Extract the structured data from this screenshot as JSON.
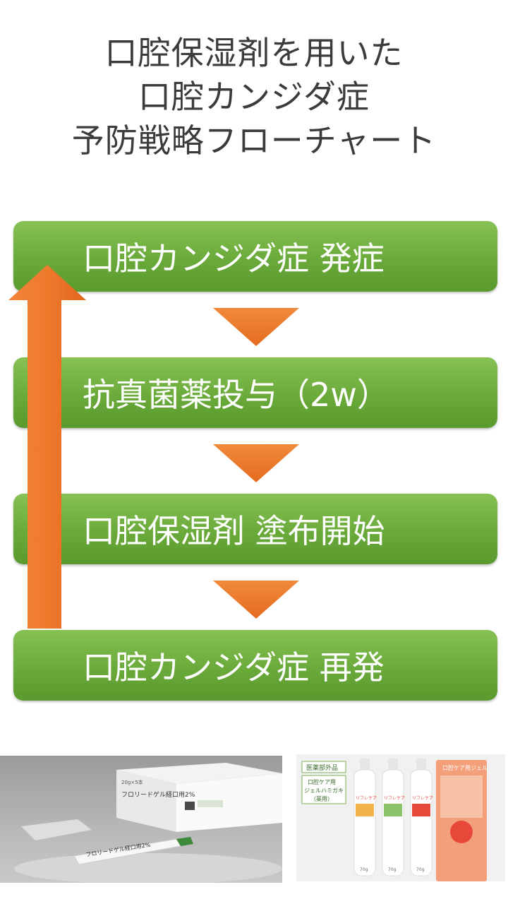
{
  "title": {
    "line1": "口腔保湿剤を用いた",
    "line2": "口腔カンジダ症",
    "line3": "予防戦略フローチャート"
  },
  "steps": [
    {
      "label": "口腔カンジダ症 発症"
    },
    {
      "label": "抗真菌薬投与（2w）"
    },
    {
      "label": "口腔保湿剤 塗布開始"
    },
    {
      "label": "口腔カンジダ症 再発"
    }
  ],
  "colors": {
    "box_green": "#6aaa3a",
    "arrow_orange": "#ee7a2e",
    "title_text": "#3b3b3b"
  },
  "products": {
    "left": {
      "box_label": "フロリードゲル経口用2%",
      "box_count": "20g×5本",
      "tube_label": "フロリードゲル経口用2%"
    },
    "right": {
      "badge": "医薬部外品",
      "sub_label_1": "口腔ケア用",
      "sub_label_2": "ジェルハミガキ",
      "sub_label_3": "（薬用）",
      "brand": "リフレケア",
      "box_top": "口腔ケア用ジェル",
      "bottle_note": "70g"
    }
  }
}
